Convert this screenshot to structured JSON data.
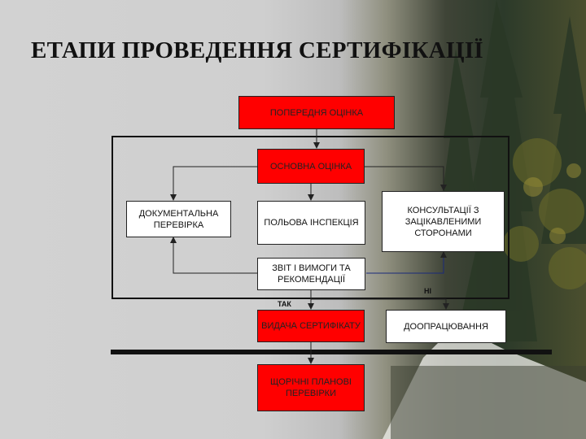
{
  "title": "ЕТАПИ ПРОВЕДЕННЯ СЕРТИФІКАЦІЇ",
  "colors": {
    "process_red": "#ff0000",
    "process_white": "#ffffff",
    "line": "#222222",
    "feedback_line": "#1a2a7a"
  },
  "nodes": {
    "preliminary": "ПОПЕРЕДНЯ ОЦІНКА",
    "main": "ОСНОВНА ОЦІНКА",
    "documentary": "ДОКУМЕНТАЛЬНА ПЕРЕВІРКА",
    "field": "ПОЛЬОВА ІНСПЕКЦІЯ",
    "consultations": "КОНСУЛЬТАЦІЇ З ЗАЦІКАВЛЕНИМИ СТОРОНАМИ",
    "report": "ЗВІТ І ВИМОГИ ТА РЕКОМЕНДАЦІЇ",
    "issuance": "ВИДАЧА СЕРТИФІКАТУ",
    "rework": "ДООПРАЦЮВАННЯ",
    "annual": "ЩОРІЧНІ ПЛАНОВІ ПЕРЕВІРКИ"
  },
  "labels": {
    "yes": "ТАК",
    "no": "НІ"
  }
}
